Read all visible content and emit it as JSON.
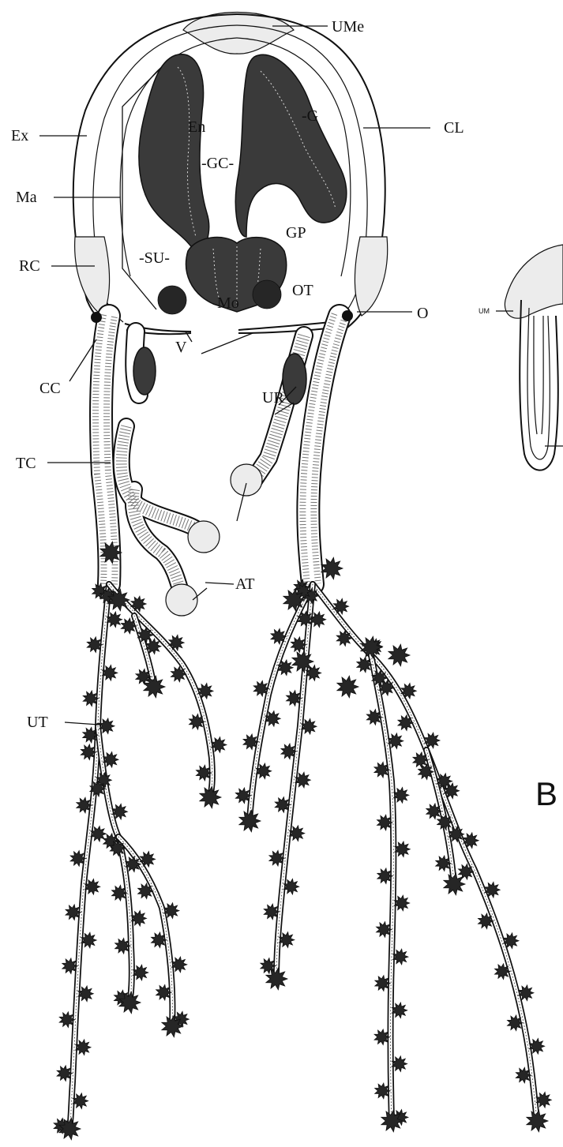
{
  "labels": {
    "ume": "UMe",
    "ex": "Ex",
    "en": "En",
    "g": "-G",
    "cl": "CL",
    "gc": "-GC-",
    "ma": "Ma",
    "gp": "GP",
    "su": "-SU-",
    "rc": "RC",
    "ot": "OT",
    "mo": "Mo",
    "o": "O",
    "v": "V",
    "cc": "CC",
    "ur": "UR",
    "tc": "TC",
    "at": "AT",
    "ut": "UT",
    "um": "UM"
  },
  "panel_letter": "B"
}
